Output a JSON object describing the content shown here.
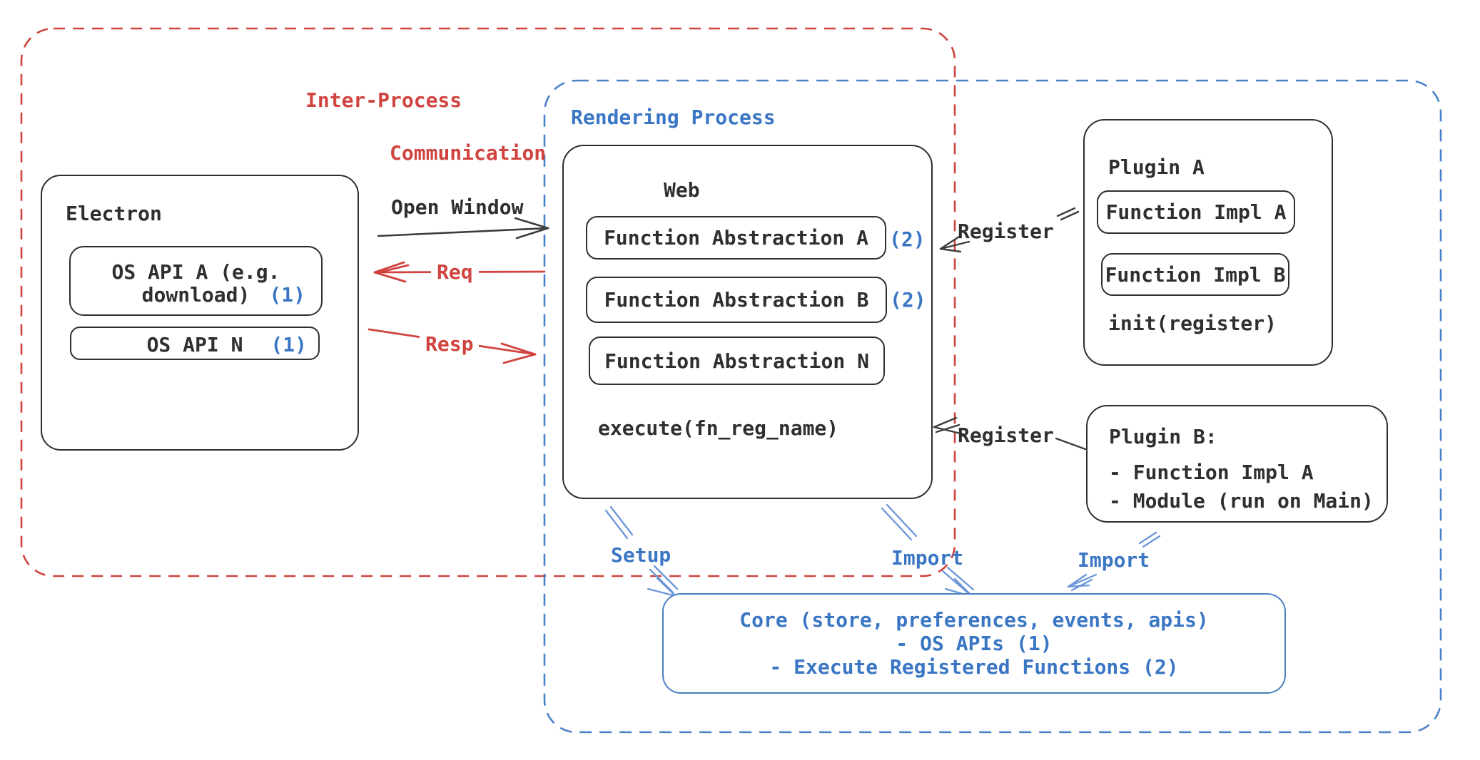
{
  "groups": {
    "ipc": {
      "label_line1": "Inter-Process",
      "label_line2": "Communication"
    },
    "rendering": {
      "label": "Rendering Process"
    }
  },
  "electron": {
    "title": "Electron",
    "os_api_a": {
      "line1": "OS API A (e.g.",
      "line2": "download)",
      "badge": "(1)"
    },
    "os_api_n": {
      "label": "OS API N",
      "badge": "(1)"
    }
  },
  "web": {
    "title": "Web",
    "fn_a": "Function Abstraction A",
    "fn_a_badge": "(2)",
    "fn_b": "Function Abstraction B",
    "fn_b_badge": "(2)",
    "fn_n": "Function Abstraction N",
    "execute": "execute(fn_reg_name)"
  },
  "plugin_a": {
    "title": "Plugin A",
    "impl_a": "Function Impl A",
    "impl_b": "Function Impl B",
    "init": "init(register)"
  },
  "plugin_b": {
    "title": "Plugin B:",
    "item_1": "- Function Impl A",
    "item_2": "- Module (run on Main)"
  },
  "core": {
    "line1": "Core (store, preferences, events, apis)",
    "line2": "- OS APIs (1)",
    "line3": "- Execute Registered Functions (2)"
  },
  "connectors": {
    "open_window": "Open Window",
    "req": "Req",
    "resp": "Resp",
    "register_plugin_a": "Register",
    "register_plugin_b": "Register",
    "setup": "Setup",
    "import_web": "Import",
    "import_plugin_b": "Import"
  },
  "colors": {
    "red": "#d0433e",
    "blue": "#3a76c4",
    "arrow_blue": "#6b97d8",
    "ink": "#2f2f2f"
  }
}
